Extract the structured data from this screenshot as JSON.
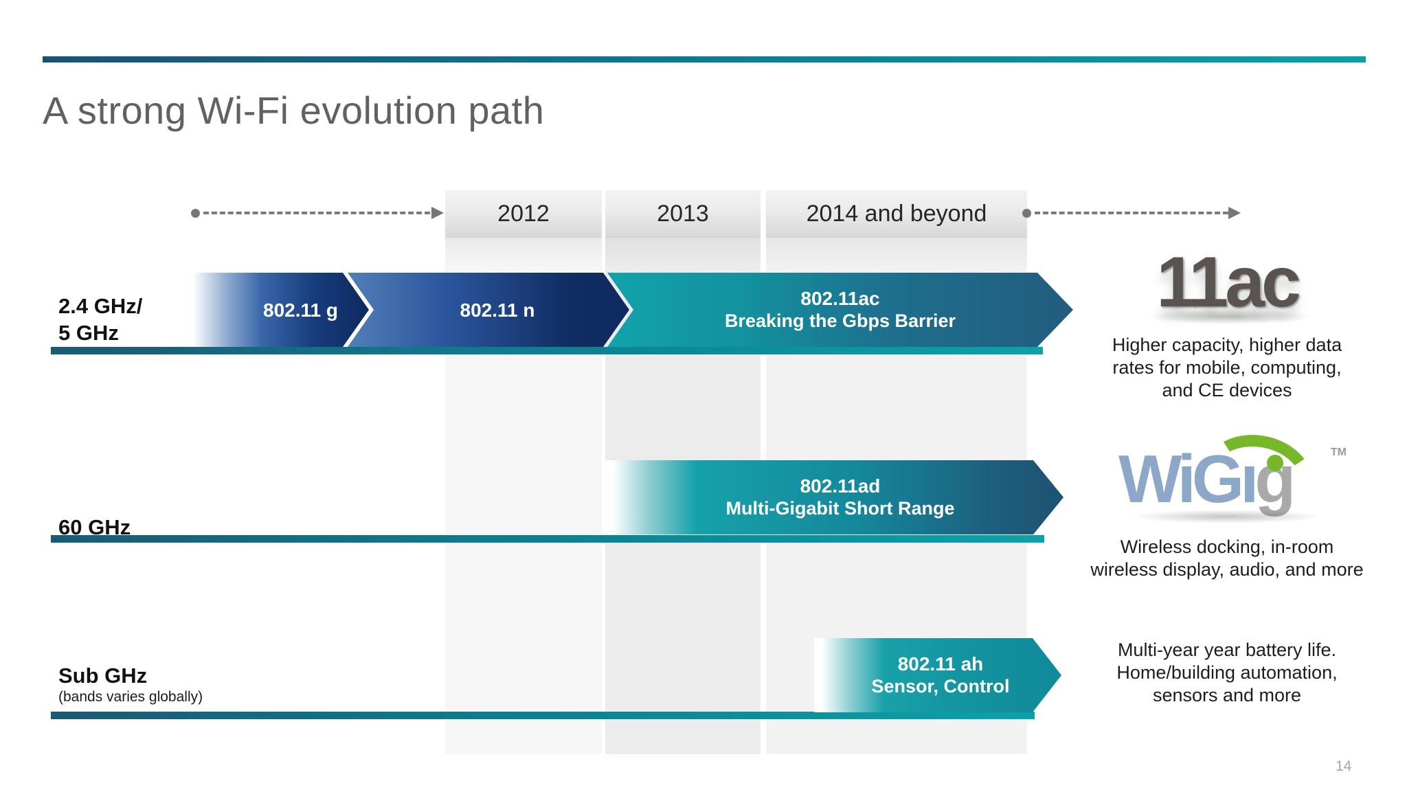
{
  "slide": {
    "title": "A strong Wi-Fi evolution path",
    "page_number": "14"
  },
  "timeline": {
    "years": [
      {
        "label": "2012"
      },
      {
        "label": "2013"
      },
      {
        "label": "2014 and beyond"
      }
    ]
  },
  "bands": [
    {
      "label_lines": [
        "2.4 GHz/",
        "5 GHz"
      ],
      "arrows": [
        {
          "label": "802.11 g"
        },
        {
          "label": "802.11 n"
        },
        {
          "label": "802.11ac",
          "sublabel": "Breaking the Gbps Barrier"
        }
      ]
    },
    {
      "label_lines": [
        "60 GHz"
      ],
      "arrows": [
        {
          "label": "802.11ad",
          "sublabel": "Multi-Gigabit Short Range"
        }
      ]
    },
    {
      "label_lines": [
        "Sub GHz"
      ],
      "sublabel": "(bands varies globally)",
      "arrows": [
        {
          "label": "802.11 ah",
          "sublabel": "Sensor, Control"
        }
      ]
    }
  ],
  "callouts": [
    {
      "logo_text": "11ac",
      "lines": [
        "Higher capacity, higher data",
        "rates for mobile, computing,",
        "and CE devices"
      ]
    },
    {
      "logo_parts": {
        "part1": "Wi",
        "part2": "G",
        "part3": "ı",
        "part4": "g",
        "tm": "TM"
      },
      "lines": [
        "Wireless docking, in-room",
        "wireless display, audio, and more"
      ]
    },
    {
      "lines": [
        "Multi-year year battery life.",
        "Home/building automation,",
        "sensors and more"
      ]
    }
  ],
  "colors": {
    "rule_gradient_left": "#1a5276",
    "rule_gradient_right": "#09a0a6",
    "navy": "#0e2a5e",
    "blue": "#2a559c",
    "teal": "#12a3ab",
    "steel_blue": "#235c7e",
    "baseline_teal": "#0ba2ab",
    "logo_11ac_gray": "#5a534f",
    "wigig_blue": "#8ca7c8",
    "wigig_green": "#76b82a",
    "wigig_gray": "#a9a9a9",
    "title_gray": "#616161"
  }
}
